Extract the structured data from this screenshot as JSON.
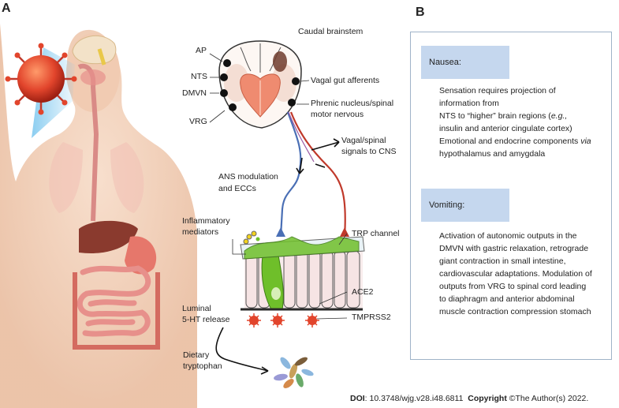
{
  "panel_a": {
    "letter": "A",
    "caudal_brainstem": "Caudal brainstem",
    "ap": "AP",
    "nts": "NTS",
    "dmvn": "DMVN",
    "vrg": "VRG",
    "vagal_gut_afferents": "Vagal gut afferents",
    "phrenic_line1": "Phrenic nucleus/spinal",
    "phrenic_line2": "motor nervous",
    "vagal_spinal_line1": "Vagal/spinal",
    "vagal_spinal_line2": "signals to CNS",
    "ans_line1": "ANS modulation",
    "ans_line2": "and ECCs",
    "inflammatory_line1": "Inflammatory",
    "inflammatory_line2": "mediators",
    "trp": "TRP channel",
    "ace2": "ACE2",
    "tmprss2": "TMPRSS2",
    "luminal_line1": "Luminal",
    "luminal_line2": "5-HT release",
    "dietary_line1": "Dietary",
    "dietary_line2": "tryptophan"
  },
  "panel_b": {
    "letter": "B",
    "nausea_header": "Nausea:",
    "nausea_lines": [
      "Sensation requires projection of",
      "information from",
      "NTS to “higher” brain regions (",
      "e.g.,",
      "insulin and anterior cingulate cortex)",
      "Emotional and endocrine components ",
      "via",
      "hypothalamus and amygdala"
    ],
    "vomiting_header": "Vomiting:",
    "vomiting_lines": [
      "Activation of autonomic outputs in the",
      "DMVN with gastric relaxation, retrograde",
      "giant contraction in small intestine,",
      "cardiovascular adaptations. Modulation of",
      "outputs from VRG to spinal cord leading",
      "to diaphragm and anterior abdominal",
      "muscle contraction compression stomach"
    ]
  },
  "footer": {
    "doi_label": "DOI",
    "doi_value": ": 10.3748/wjg.v28.i48.6811",
    "copyright_label": "Copyright",
    "copyright_value": " ©The Author(s) 2022."
  },
  "colors": {
    "header_fill": "#c5d7ee",
    "panel_border": "#9fb3c8",
    "afferent_red": "#c0392b",
    "efferent_blue": "#4a6fb5",
    "virus_red": "#d93a2b",
    "mucosa_green": "#6fbf2a"
  }
}
